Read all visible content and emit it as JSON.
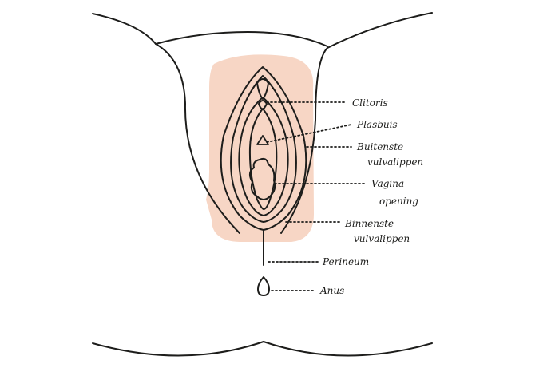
{
  "labels": {
    "clitoris": "Clitoris",
    "plasbuis": "Plasbuis",
    "buitenste_line1": "Buitenste",
    "buitenste_line2": "vulvalippen",
    "vagina_line1": "Vagina",
    "vagina_line2": "opening",
    "binnenste_line1": "Binnenste",
    "binnenste_line2": "vulvalippen",
    "perineum": "Perineum",
    "anus": "Anus"
  },
  "colors": {
    "line": "#1d1d1b",
    "skin_patch": "#f7d6c5",
    "background": "#ffffff"
  }
}
